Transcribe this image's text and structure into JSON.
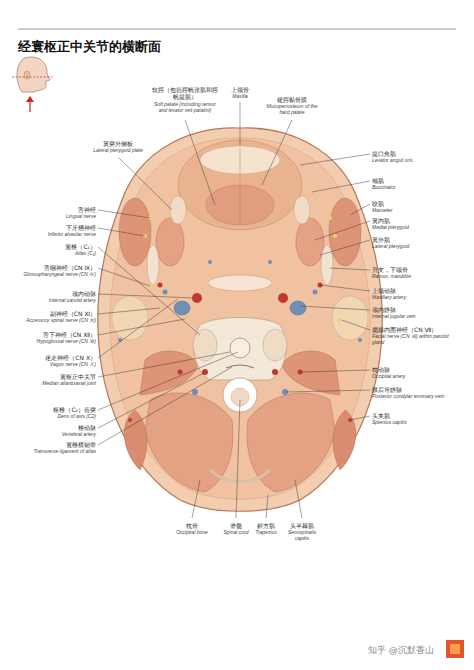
{
  "diagram": {
    "title": "经寰枢正中关节的横断面",
    "labels": [
      "软腭（包括腭帆张肌和腭帆提肌）",
      "Soft palate (including tensor and levator veli palatini)",
      "上颌骨",
      "Maxilla",
      "硬腭黏骨膜",
      "Mucoperiosteum of the hard palate",
      "翼突外侧板",
      "Lateral pterygoid plate",
      "提口角肌",
      "Levator anguli oris",
      "颊肌",
      "Buccinator",
      "咬肌",
      "Masseter",
      "翼内肌",
      "Medial pterygoid",
      "翼外肌",
      "Lateral pterygoid",
      "升支，下颌骨",
      "Ramus, mandible",
      "上颌动脉",
      "Maxillary artery",
      "颈内静脉",
      "Internal jugular vein",
      "腮腺内面神经（CN Ⅶ）",
      "Facial nerve (CN Ⅶ) within parotid gland",
      "枕动脉",
      "Occipital artery",
      "髁后导静脉",
      "Posterior condylar emissary vein",
      "头夹肌",
      "Splenius capitis",
      "舌神经",
      "Lingual nerve",
      "下牙槽神经",
      "Inferior alveolar nerve",
      "寰椎（C₁）",
      "Atlas (C₁)",
      "舌咽神经（CN Ⅸ）",
      "Glossopharyngeal nerve (CN Ⅸ)",
      "颈内动脉",
      "Internal carotid artery",
      "副神经（CN Ⅺ）",
      "Accessory spinal nerve (CN Ⅺ)",
      "舌下神经（CN Ⅻ）",
      "Hypoglossal nerve (CN Ⅻ)",
      "迷走神经（CN Ⅹ）",
      "Vagus nerve (CN Ⅹ)",
      "寰枢正中关节",
      "Median atlantoaxial joint",
      "枢椎（C₂）齿突",
      "Dens of axis (C2)",
      "椎动脉",
      "Vertebral artery",
      "寰椎横韧带",
      "Transverse ligament of atlas",
      "枕骨",
      "Occipital bone",
      "脊髓",
      "Spinal cord",
      "斜方肌",
      "Trapezius",
      "头半棘肌",
      "Semispinalis capitis",
      "知乎 @沉默香山"
    ]
  }
}
